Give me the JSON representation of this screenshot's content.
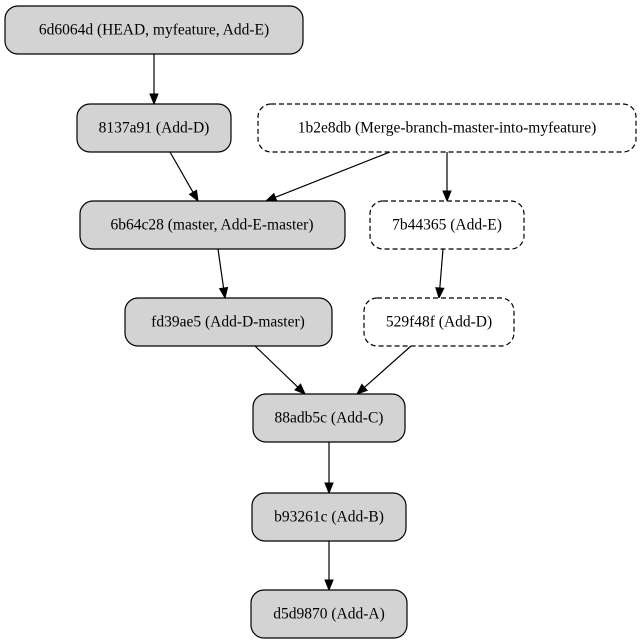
{
  "graph": {
    "nodes": [
      {
        "id": "6d6064d",
        "label": "6d6064d (HEAD, myfeature, Add-E)",
        "style": "solid"
      },
      {
        "id": "8137a91",
        "label": "8137a91 (Add-D)",
        "style": "solid"
      },
      {
        "id": "1b2e8db",
        "label": "1b2e8db (Merge-branch-master-into-myfeature)",
        "style": "dashed"
      },
      {
        "id": "6b64c28",
        "label": "6b64c28 (master, Add-E-master)",
        "style": "solid"
      },
      {
        "id": "7b44365",
        "label": "7b44365 (Add-E)",
        "style": "dashed"
      },
      {
        "id": "fd39ae5",
        "label": "fd39ae5 (Add-D-master)",
        "style": "solid"
      },
      {
        "id": "529f48f",
        "label": "529f48f (Add-D)",
        "style": "dashed"
      },
      {
        "id": "88adb5c",
        "label": "88adb5c (Add-C)",
        "style": "solid"
      },
      {
        "id": "b93261c",
        "label": "b93261c (Add-B)",
        "style": "solid"
      },
      {
        "id": "d5d9870",
        "label": "d5d9870 (Add-A)",
        "style": "solid"
      }
    ],
    "edges": [
      {
        "from": "6d6064d",
        "to": "8137a91"
      },
      {
        "from": "8137a91",
        "to": "6b64c28"
      },
      {
        "from": "1b2e8db",
        "to": "6b64c28"
      },
      {
        "from": "1b2e8db",
        "to": "7b44365"
      },
      {
        "from": "6b64c28",
        "to": "fd39ae5"
      },
      {
        "from": "7b44365",
        "to": "529f48f"
      },
      {
        "from": "fd39ae5",
        "to": "88adb5c"
      },
      {
        "from": "529f48f",
        "to": "88adb5c"
      },
      {
        "from": "88adb5c",
        "to": "b93261c"
      },
      {
        "from": "b93261c",
        "to": "d5d9870"
      }
    ]
  }
}
